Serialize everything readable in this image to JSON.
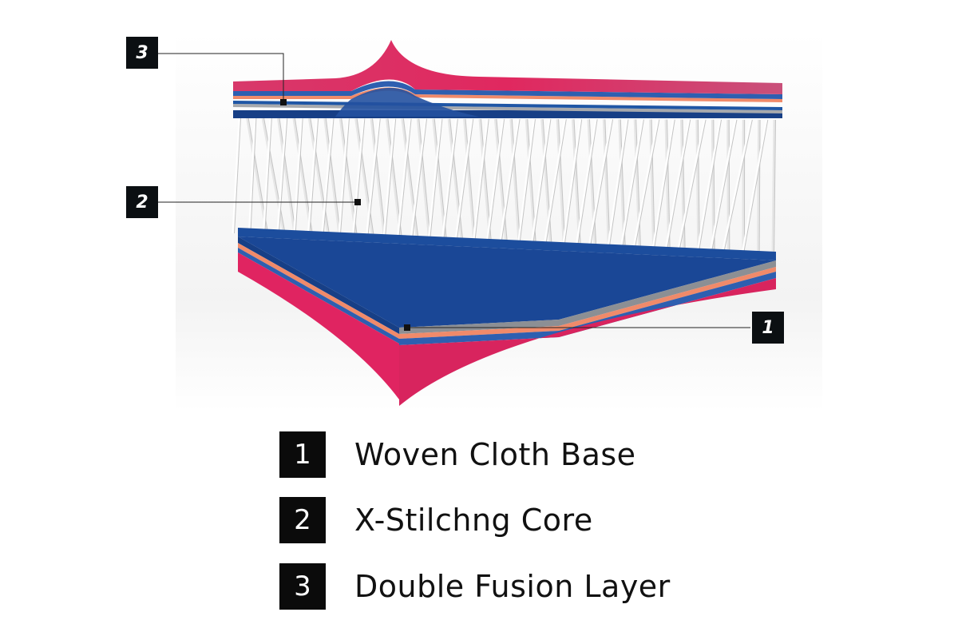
{
  "colors": {
    "pink": "#e0205f",
    "blue": "#1d4fa0",
    "orange_stripe": "#f08a6a",
    "thread": "#f2f2f2",
    "box": "#0b0f12"
  },
  "callouts": [
    {
      "number": "3"
    },
    {
      "number": "2"
    },
    {
      "number": "1"
    }
  ],
  "legend": [
    {
      "number": "1",
      "label": "Woven Cloth Base"
    },
    {
      "number": "2",
      "label": "X-Stilchng Core"
    },
    {
      "number": "3",
      "label": "Double Fusion Layer"
    }
  ]
}
